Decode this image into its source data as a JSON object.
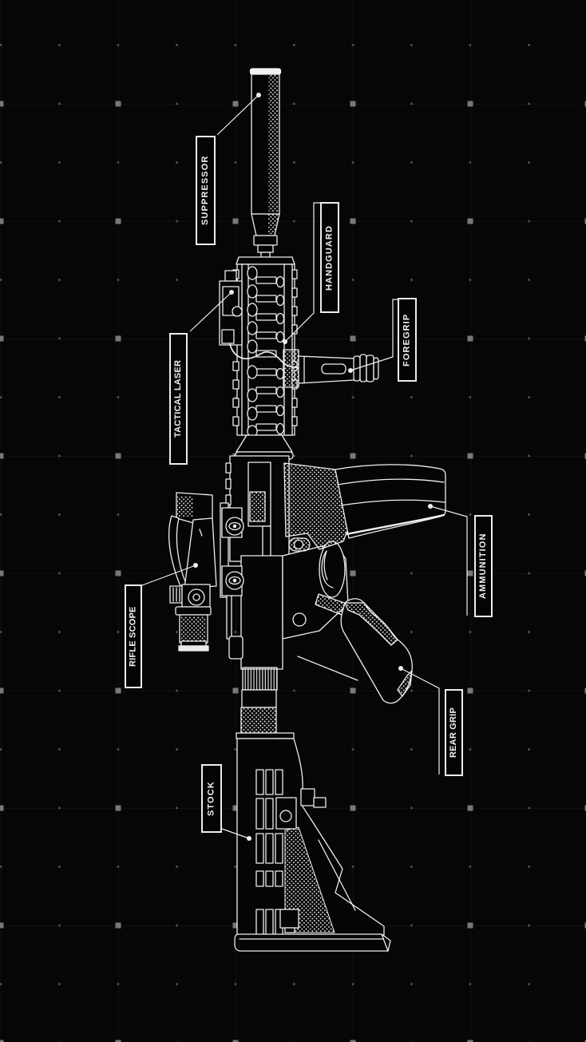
{
  "diagram": {
    "subject": "Blueprint-style diagram of a suppressed assault rifle, drawn vertically (muzzle up) in white line art on a black gridded background",
    "orientation": "vertical, labels rotated 90 degrees reading bottom-to-top",
    "labels": [
      {
        "id": "suppressor",
        "text": "SUPPRESSOR"
      },
      {
        "id": "handguard",
        "text": "HANDGUARD"
      },
      {
        "id": "tactical-laser",
        "text": "TACTICAL LASER"
      },
      {
        "id": "foregrip",
        "text": "FOREGRIP"
      },
      {
        "id": "rifle-scope",
        "text": "RIFLE SCOPE"
      },
      {
        "id": "ammunition",
        "text": "AMMUNITION"
      },
      {
        "id": "rear-grip",
        "text": "REAR GRIP"
      },
      {
        "id": "stock",
        "text": "STOCK"
      }
    ],
    "colors": {
      "background": "#060606",
      "line_art": "#efefef",
      "label_border": "#ededed",
      "label_text": "#f2f2f2",
      "grid_line": "#171717",
      "grid_square": "#787878",
      "grid_dot": "#4e4e4e"
    }
  }
}
